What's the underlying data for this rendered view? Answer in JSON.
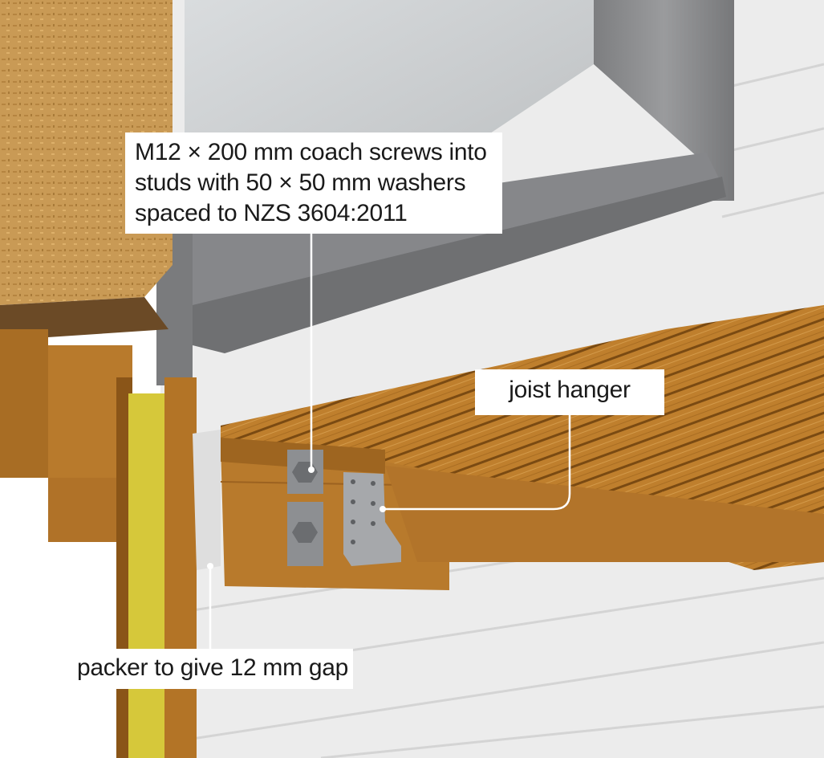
{
  "callouts": {
    "coach_screws": {
      "lines": [
        "M12 × 200 mm coach screws into",
        "studs with 50 × 50 mm washers",
        "spaced to NZS 3604:2011"
      ]
    },
    "joist_hanger": {
      "label": "joist hanger"
    },
    "packer": {
      "label": "packer to give 12 mm gap"
    }
  },
  "colors": {
    "timber": "#b8782a",
    "timber_dark": "#8a5518",
    "osb": "#c99a55",
    "insulation": "#d6c83a",
    "cladding": "#e9e9e9",
    "aluminium": "#8c8d8f",
    "glass": "#cfd2d4",
    "packer": "#dcdcdc",
    "leader": "#ffffff"
  }
}
